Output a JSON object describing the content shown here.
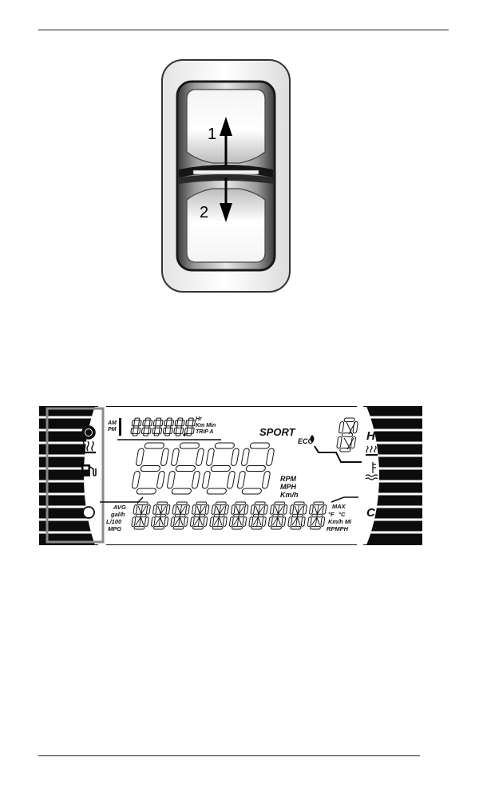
{
  "switch_figure": {
    "arrow_up_label": "1",
    "arrow_down_label": "2"
  },
  "display_figure": {
    "clock_labels": {
      "am": "AM",
      "pm": "PM"
    },
    "top_digits": "188888.8",
    "unit_hr": "Hr",
    "unit_km_min": "Km Min",
    "unit_trip": "TRIP A",
    "mode_sport": "SPORT",
    "mode_eco": "ECO",
    "main_digits": "8888",
    "unit_rpm": "RPM",
    "unit_mph": "MPH",
    "unit_kmh": "Km/h",
    "left_labels": [
      "AVG",
      "gal/h",
      "L/100",
      "MPG"
    ],
    "right_labels": [
      "MAX",
      "°F",
      "°C",
      "Km/h Mi",
      "RPMPH"
    ],
    "temp_hot": "H",
    "temp_cold": "C",
    "icons": [
      "indicator-light-icon",
      "heater-icon",
      "fuel-icon",
      "indicator-ring-icon",
      "heater-small-icon",
      "coolant-temperature-icon"
    ]
  },
  "colors": {
    "lcd_black": "#0c0c0c",
    "frame_gray": "#8a8a8a",
    "paper": "#ffffff"
  }
}
